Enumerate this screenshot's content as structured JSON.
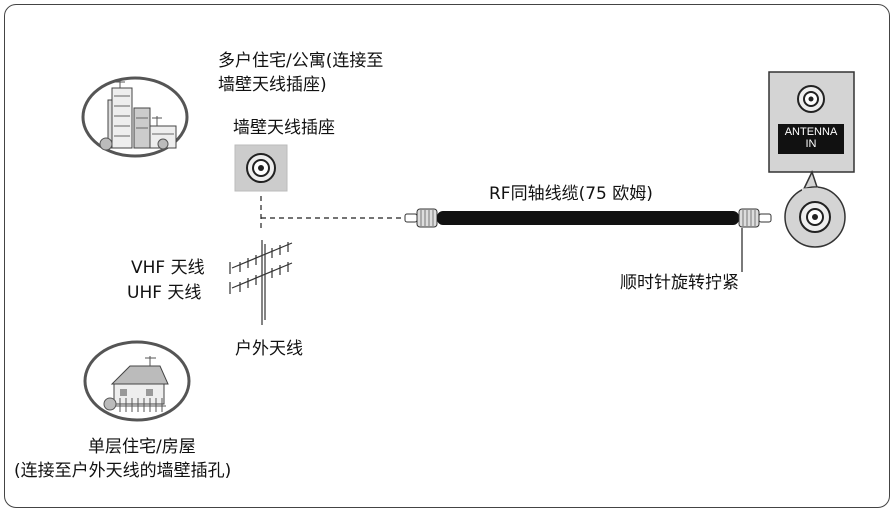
{
  "multi_unit": {
    "line1": "多户住宅/公寓(连接至",
    "line2": "墙壁天线插座)"
  },
  "wall_socket_label": "墙壁天线插座",
  "cable_label": "RF同轴线缆(75 欧姆)",
  "tighten_label": "顺时针旋转拧紧",
  "vhf_label": "VHF 天线",
  "uhf_label": "UHF 天线",
  "outdoor_antenna_label": "户外天线",
  "single_unit": {
    "line1": "单层住宅/房屋",
    "line2": "(连接至户外天线的墙壁插孔)"
  },
  "tv_panel": {
    "port_label_line1": "ANTENNA",
    "port_label_line2": "IN"
  }
}
